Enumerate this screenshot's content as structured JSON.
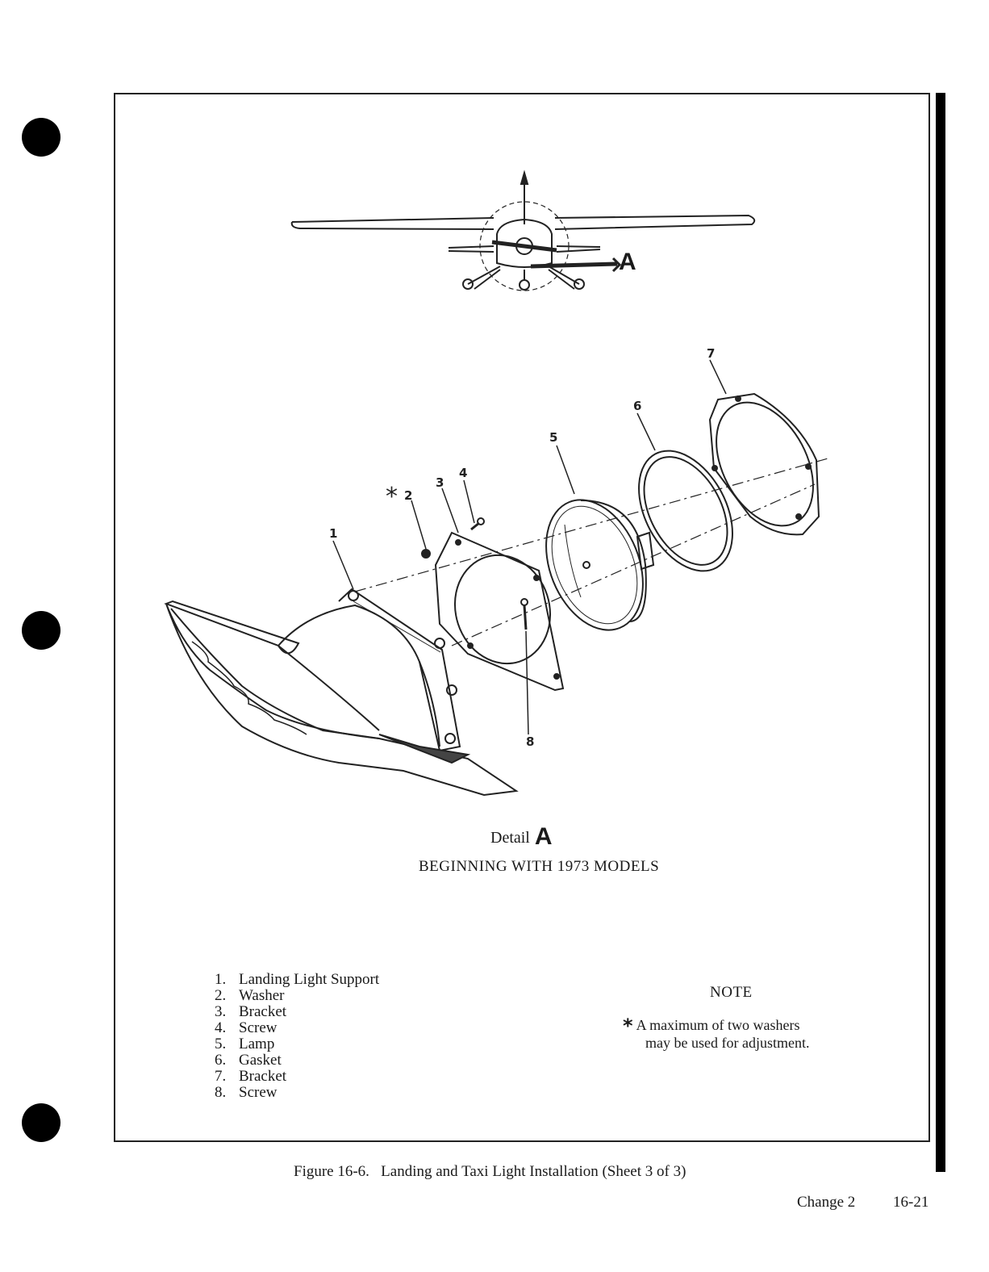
{
  "figure": {
    "callout_letter": "A",
    "callout_numbers": [
      "1",
      "2",
      "3",
      "4",
      "5",
      "6",
      "7",
      "8"
    ],
    "callout_star": "*",
    "detail_label": "Detail",
    "detail_letter": "A",
    "models_note": "BEGINNING WITH 1973 MODELS"
  },
  "parts_list": [
    {
      "num": "1.",
      "name": "Landing Light Support"
    },
    {
      "num": "2.",
      "name": "Washer"
    },
    {
      "num": "3.",
      "name": "Bracket"
    },
    {
      "num": "4.",
      "name": "Screw"
    },
    {
      "num": "5.",
      "name": "Lamp"
    },
    {
      "num": "6.",
      "name": "Gasket"
    },
    {
      "num": "7.",
      "name": "Bracket"
    },
    {
      "num": "8.",
      "name": "Screw"
    }
  ],
  "note": {
    "title": "NOTE",
    "star": "*",
    "line1": "A maximum of two washers",
    "line2": "may be used for adjustment."
  },
  "caption": "Figure 16-6.   Landing and Taxi Light Installation (Sheet 3 of 3)",
  "footer": {
    "change": "Change 2",
    "page_number": "16-21"
  }
}
